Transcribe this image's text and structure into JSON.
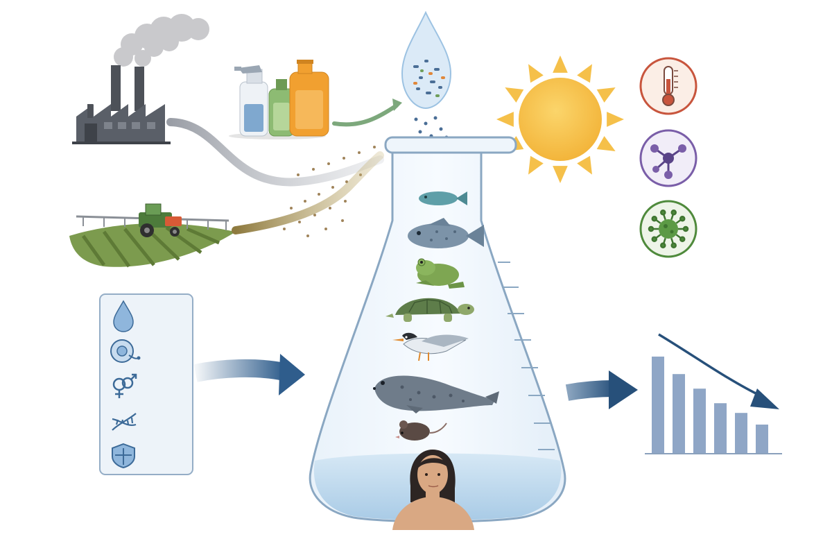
{
  "diagram": {
    "sources": [
      {
        "name": "factory-icon"
      },
      {
        "name": "household-chemicals-icon"
      },
      {
        "name": "farm-tractor-icon"
      }
    ],
    "contaminated_water": {
      "icon": "water-drop-particles-icon"
    },
    "stressors": [
      {
        "name": "thermometer-icon",
        "color": "#c8553d"
      },
      {
        "name": "molecule-icon",
        "color": "#7a5ea8"
      },
      {
        "name": "virus-icon",
        "color": "#4f8a3c"
      }
    ],
    "effects": [
      {
        "name": "water-drop-icon"
      },
      {
        "name": "egg-cell-icon"
      },
      {
        "name": "gender-symbols-icon"
      },
      {
        "name": "dna-icon"
      },
      {
        "name": "shield-icon"
      }
    ],
    "organisms": [
      {
        "name": "small-fish"
      },
      {
        "name": "large-fish"
      },
      {
        "name": "frog"
      },
      {
        "name": "turtle"
      },
      {
        "name": "tern-bird"
      },
      {
        "name": "seal"
      },
      {
        "name": "mouse"
      },
      {
        "name": "human"
      }
    ],
    "outcome": {
      "icon": "declining-bar-chart-icon",
      "bar_levels": [
        1.0,
        0.82,
        0.67,
        0.52,
        0.42,
        0.3
      ]
    },
    "colors": {
      "sun": "#f5c04a",
      "arrow_blue": "#2f5d8c",
      "flask_water": "#b9d7ec",
      "bar": "#8fa6c6"
    }
  }
}
